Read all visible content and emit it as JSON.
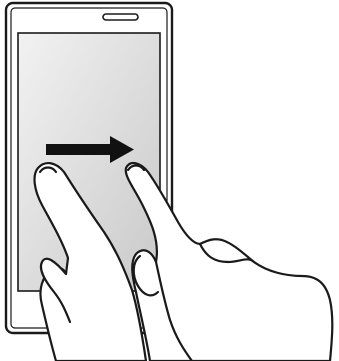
{
  "illustration": {
    "subject": "phone-two-finger-swipe",
    "gesture": {
      "fingers": 2,
      "direction": "right",
      "arrow_icon": "arrow-right-icon"
    },
    "colors": {
      "outline": "#1a1a1a",
      "phone_body": "#ffffff",
      "screen_light": "#f2f2f2",
      "screen_dark": "#c9c9c9",
      "arrow": "#111111",
      "hand_fill": "#ffffff"
    }
  }
}
